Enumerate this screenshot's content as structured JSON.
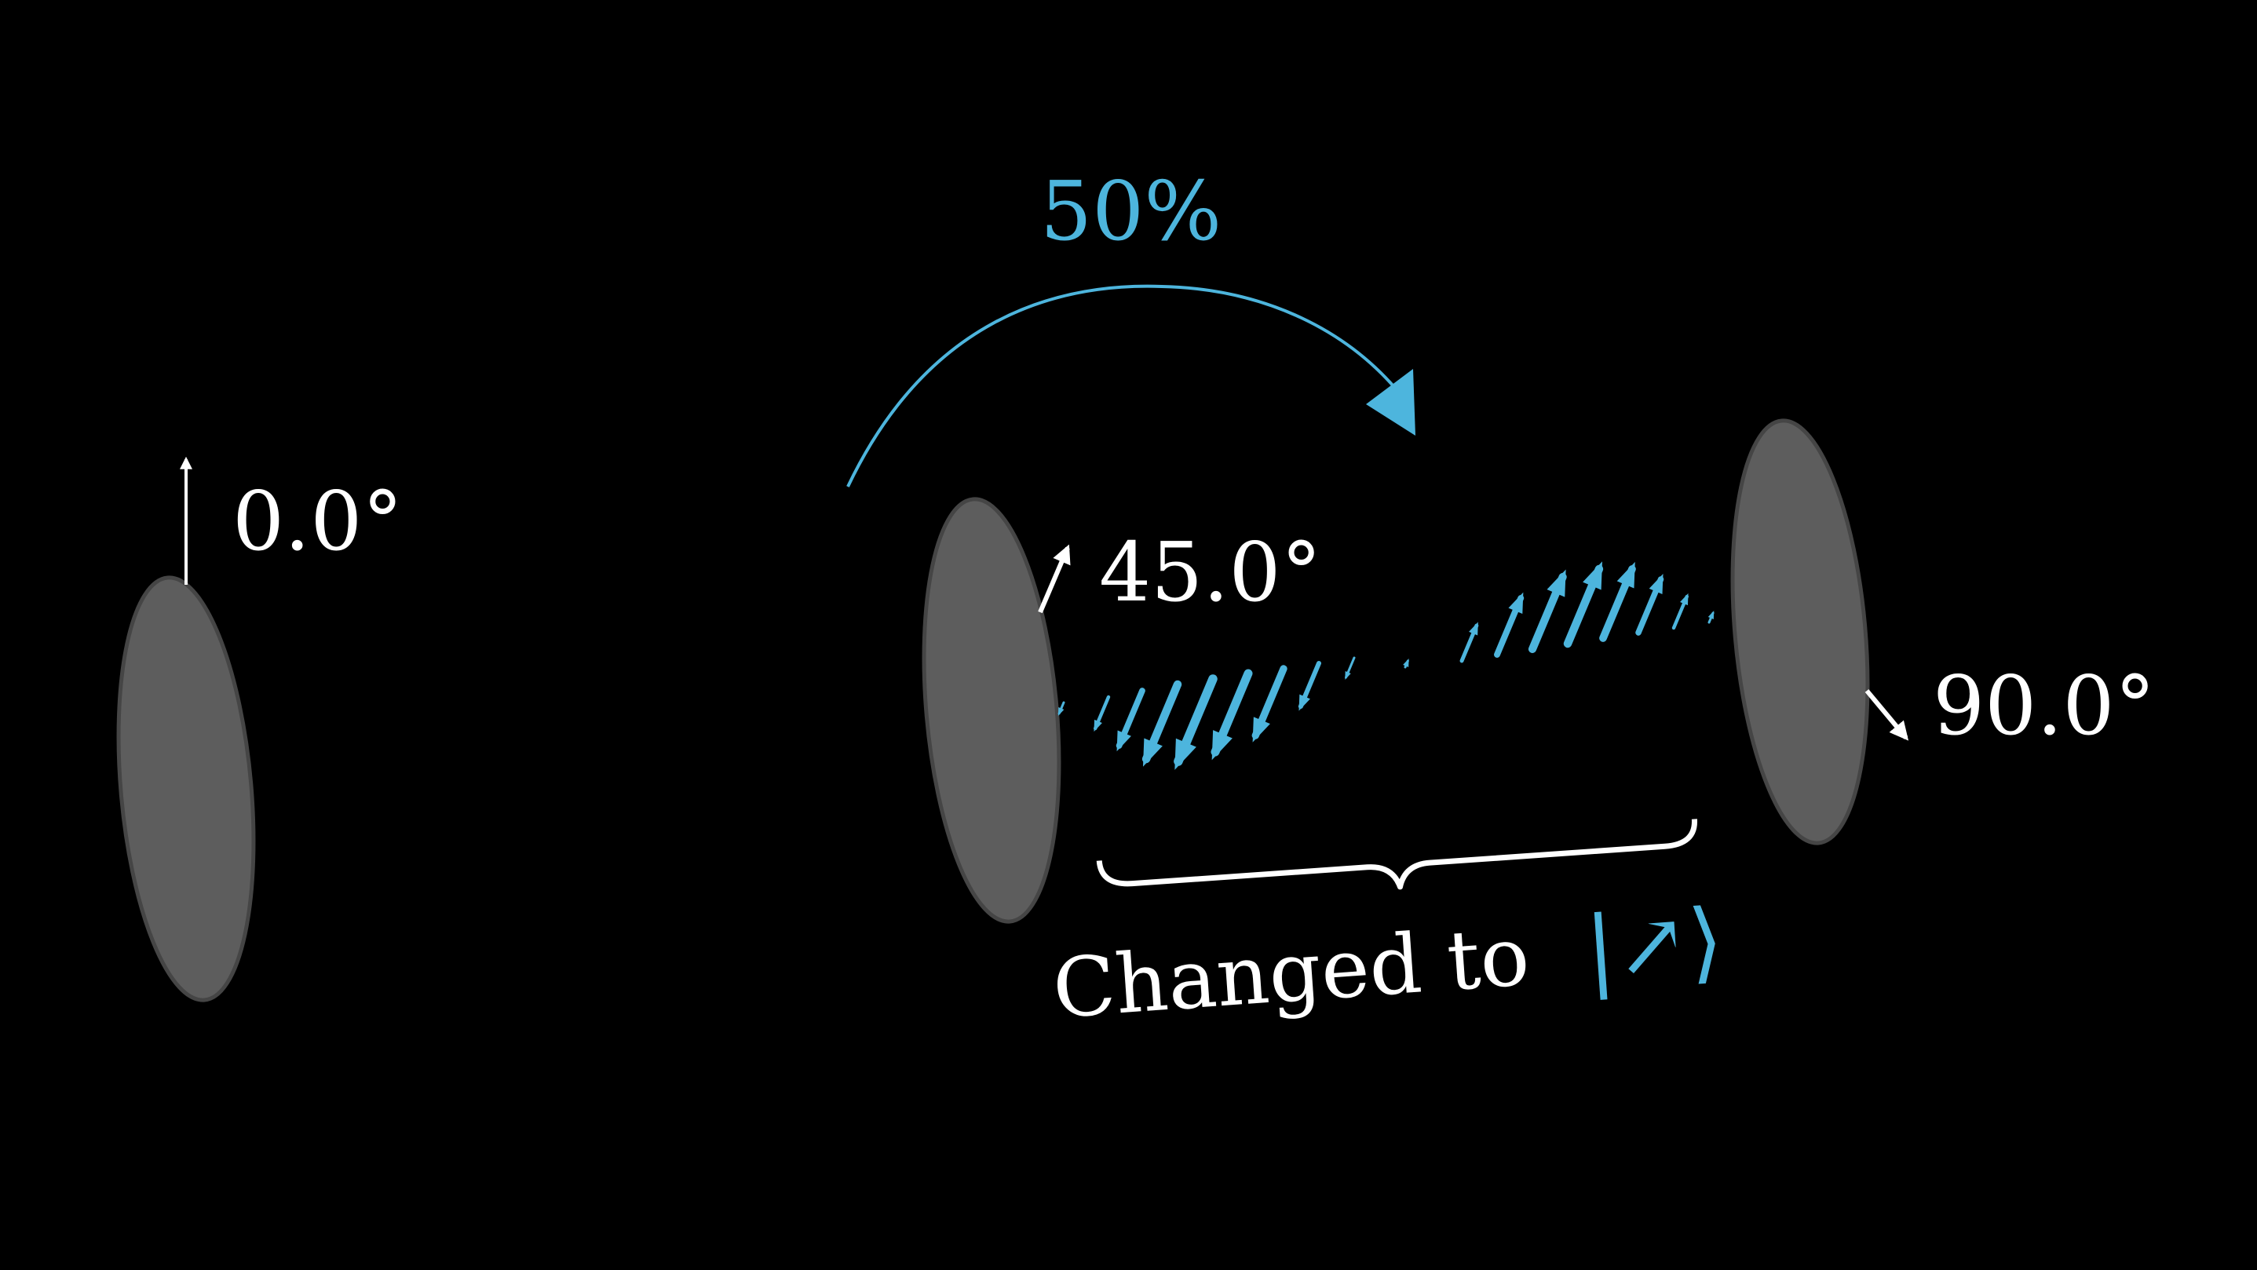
{
  "colors": {
    "background": "#000000",
    "filter": "#5d5d5d",
    "filter_edge": "#454545",
    "accent": "#4db5dd",
    "text": "#ffffff"
  },
  "filters": [
    {
      "angle_label": "0.0°",
      "angle_deg": 0
    },
    {
      "angle_label": "45.0°",
      "angle_deg": 45
    },
    {
      "angle_label": "90.0°",
      "angle_deg": 90
    }
  ],
  "transmission": {
    "label": "50%",
    "icon": "curved-arrow-icon"
  },
  "brace": {
    "caption": "Changed to",
    "ket": "|↗⟩"
  },
  "photon_arrows": {
    "icon": "photon-arrow-icon"
  }
}
